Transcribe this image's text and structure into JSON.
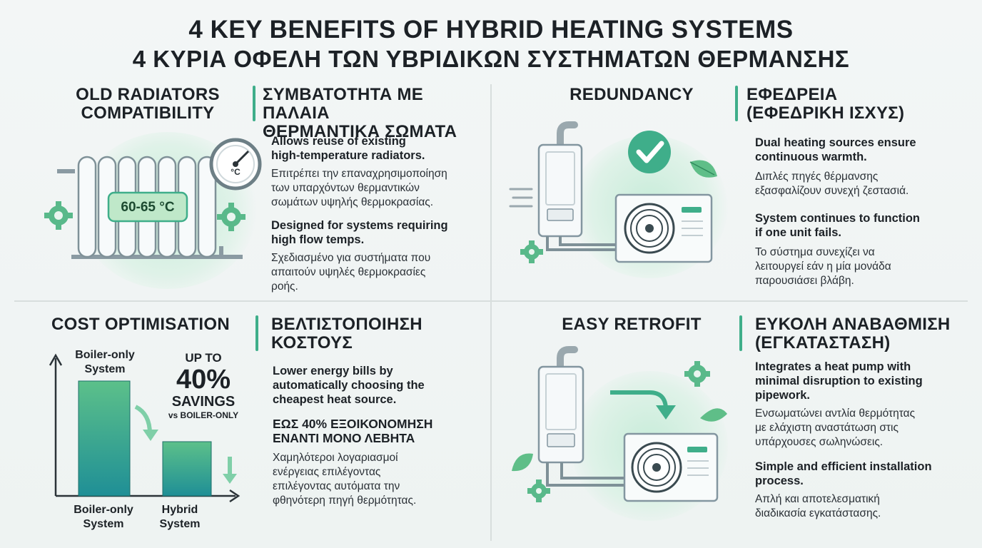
{
  "title_en": "4 KEY BENEFITS OF HYBRID HEATING SYSTEMS",
  "title_gr": "4 ΚΥΡΙΑ ΟΦΕΛΗ ΤΩΝ ΥΒΡΙΔΙΚΩΝ ΣΥΣΤΗΜΑΤΩΝ ΘΕΡΜΑΝΣΗΣ",
  "q1": {
    "head_en_1": "OLD RADIATORS",
    "head_en_2": "COMPATIBILITY",
    "head_gr_1": "ΣΥΜΒΑΤΟΤΗΤΑ ΜΕ ΠΑΛΑΙΑ",
    "head_gr_2": "ΘΕΡΜΑΝΤΙΚΑ ΣΩΜΑΤΑ",
    "temp_label": "60-65 °C",
    "gauge_unit": "°C",
    "p1_en_1": "Allows reuse of existing",
    "p1_en_2": "high-temperature radiators.",
    "p1_gr_1": "Επιτρέπει την επαναχρησιμοποίηση",
    "p1_gr_2": "των υπαρχόντων θερμαντικών",
    "p1_gr_3": "σωμάτων υψηλής θερμοκρασίας.",
    "p2_en_1": "Designed for systems requiring",
    "p2_en_2": "high flow temps.",
    "p2_gr_1": "Σχεδιασμένο για συστήματα που",
    "p2_gr_2": "απαιτούν υψηλές θερμοκρασίες",
    "p2_gr_3": "ροής."
  },
  "q2": {
    "head_en": "REDUNDANCY",
    "head_gr_1": "ΕΦΕΔΡΕΙΑ",
    "head_gr_2": "(ΕΦΕΔΡΙΚΗ ΙΣΧΥΣ)",
    "p1_en_1": "Dual heating sources ensure",
    "p1_en_2": "continuous warmth.",
    "p1_gr_1": "Διπλές πηγές θέρμανσης",
    "p1_gr_2": "εξασφαλίζουν συνεχή ζεστασιά.",
    "p2_en_1": "System continues to function",
    "p2_en_2": "if one unit fails.",
    "p2_gr_1": "Το σύστημα συνεχίζει να",
    "p2_gr_2": "λειτουργεί εάν η μία μονάδα",
    "p2_gr_3": "παρουσιάσει βλάβη."
  },
  "q3": {
    "head_en": "COST OPTIMISATION",
    "head_gr_1": "ΒΕΛΤΙΣΤΟΠΟΙΗΣΗ",
    "head_gr_2": "ΚΟΣΤΟΥΣ",
    "savings_up_to": "UP TO",
    "savings_pct": "40%",
    "savings_word": "SAVINGS",
    "savings_vs": "vs BOILER-ONLY",
    "bar_top_label_1": "Boiler-only",
    "bar_top_label_2": "System",
    "axis_label_1a": "Boiler-only",
    "axis_label_1b": "System",
    "axis_label_2a": "Hybrid",
    "axis_label_2b": "System",
    "p1_en_1": "Lower energy bills by",
    "p1_en_2": "automatically choosing the",
    "p1_en_3": "cheapest heat source.",
    "p2_gr_head_1": "ΕΩΣ 40% ΕΞΟΙΚΟΝΟΜΗΣΗ",
    "p2_gr_head_2": "ΕΝΑΝΤΙ ΜΟΝΟ ΛΕΒΗΤΑ",
    "p2_gr_1": "Χαμηλότεροι λογαριασμοί",
    "p2_gr_2": "ενέργειας επιλέγοντας",
    "p2_gr_3": "επιλέγοντας αυτόματα την",
    "p2_gr_4": "φθηνότερη πηγή θερμότητας."
  },
  "q4": {
    "head_en": "EASY RETROFIT",
    "head_gr_1": "ΕΥΚΟΛΗ ΑΝΑΒΑΘΜΙΣΗ",
    "head_gr_2": "(ΕΓΚΑΤΑΣΤΑΣΗ)",
    "p1_en_1": "Integrates a heat pump with",
    "p1_en_2": "minimal disruption to existing",
    "p1_en_3": "pipework.",
    "p1_gr_1": "Ενσωματώνει αντλία θερμότητας",
    "p1_gr_2": "με ελάχιστη αναστάτωση στις",
    "p1_gr_3": "υπάρχουσες σωληνώσεις.",
    "p2_en_1": "Simple and efficient installation",
    "p2_en_2": "process.",
    "p2_gr_1": "Απλή και αποτελεσματική",
    "p2_gr_2": "διαδικασία εγκατάστασης."
  },
  "colors": {
    "accent": "#3fae8a",
    "dark_teal": "#1d8a8a",
    "bar_top": "#5cc08a",
    "bar_bottom": "#1f8f96"
  }
}
